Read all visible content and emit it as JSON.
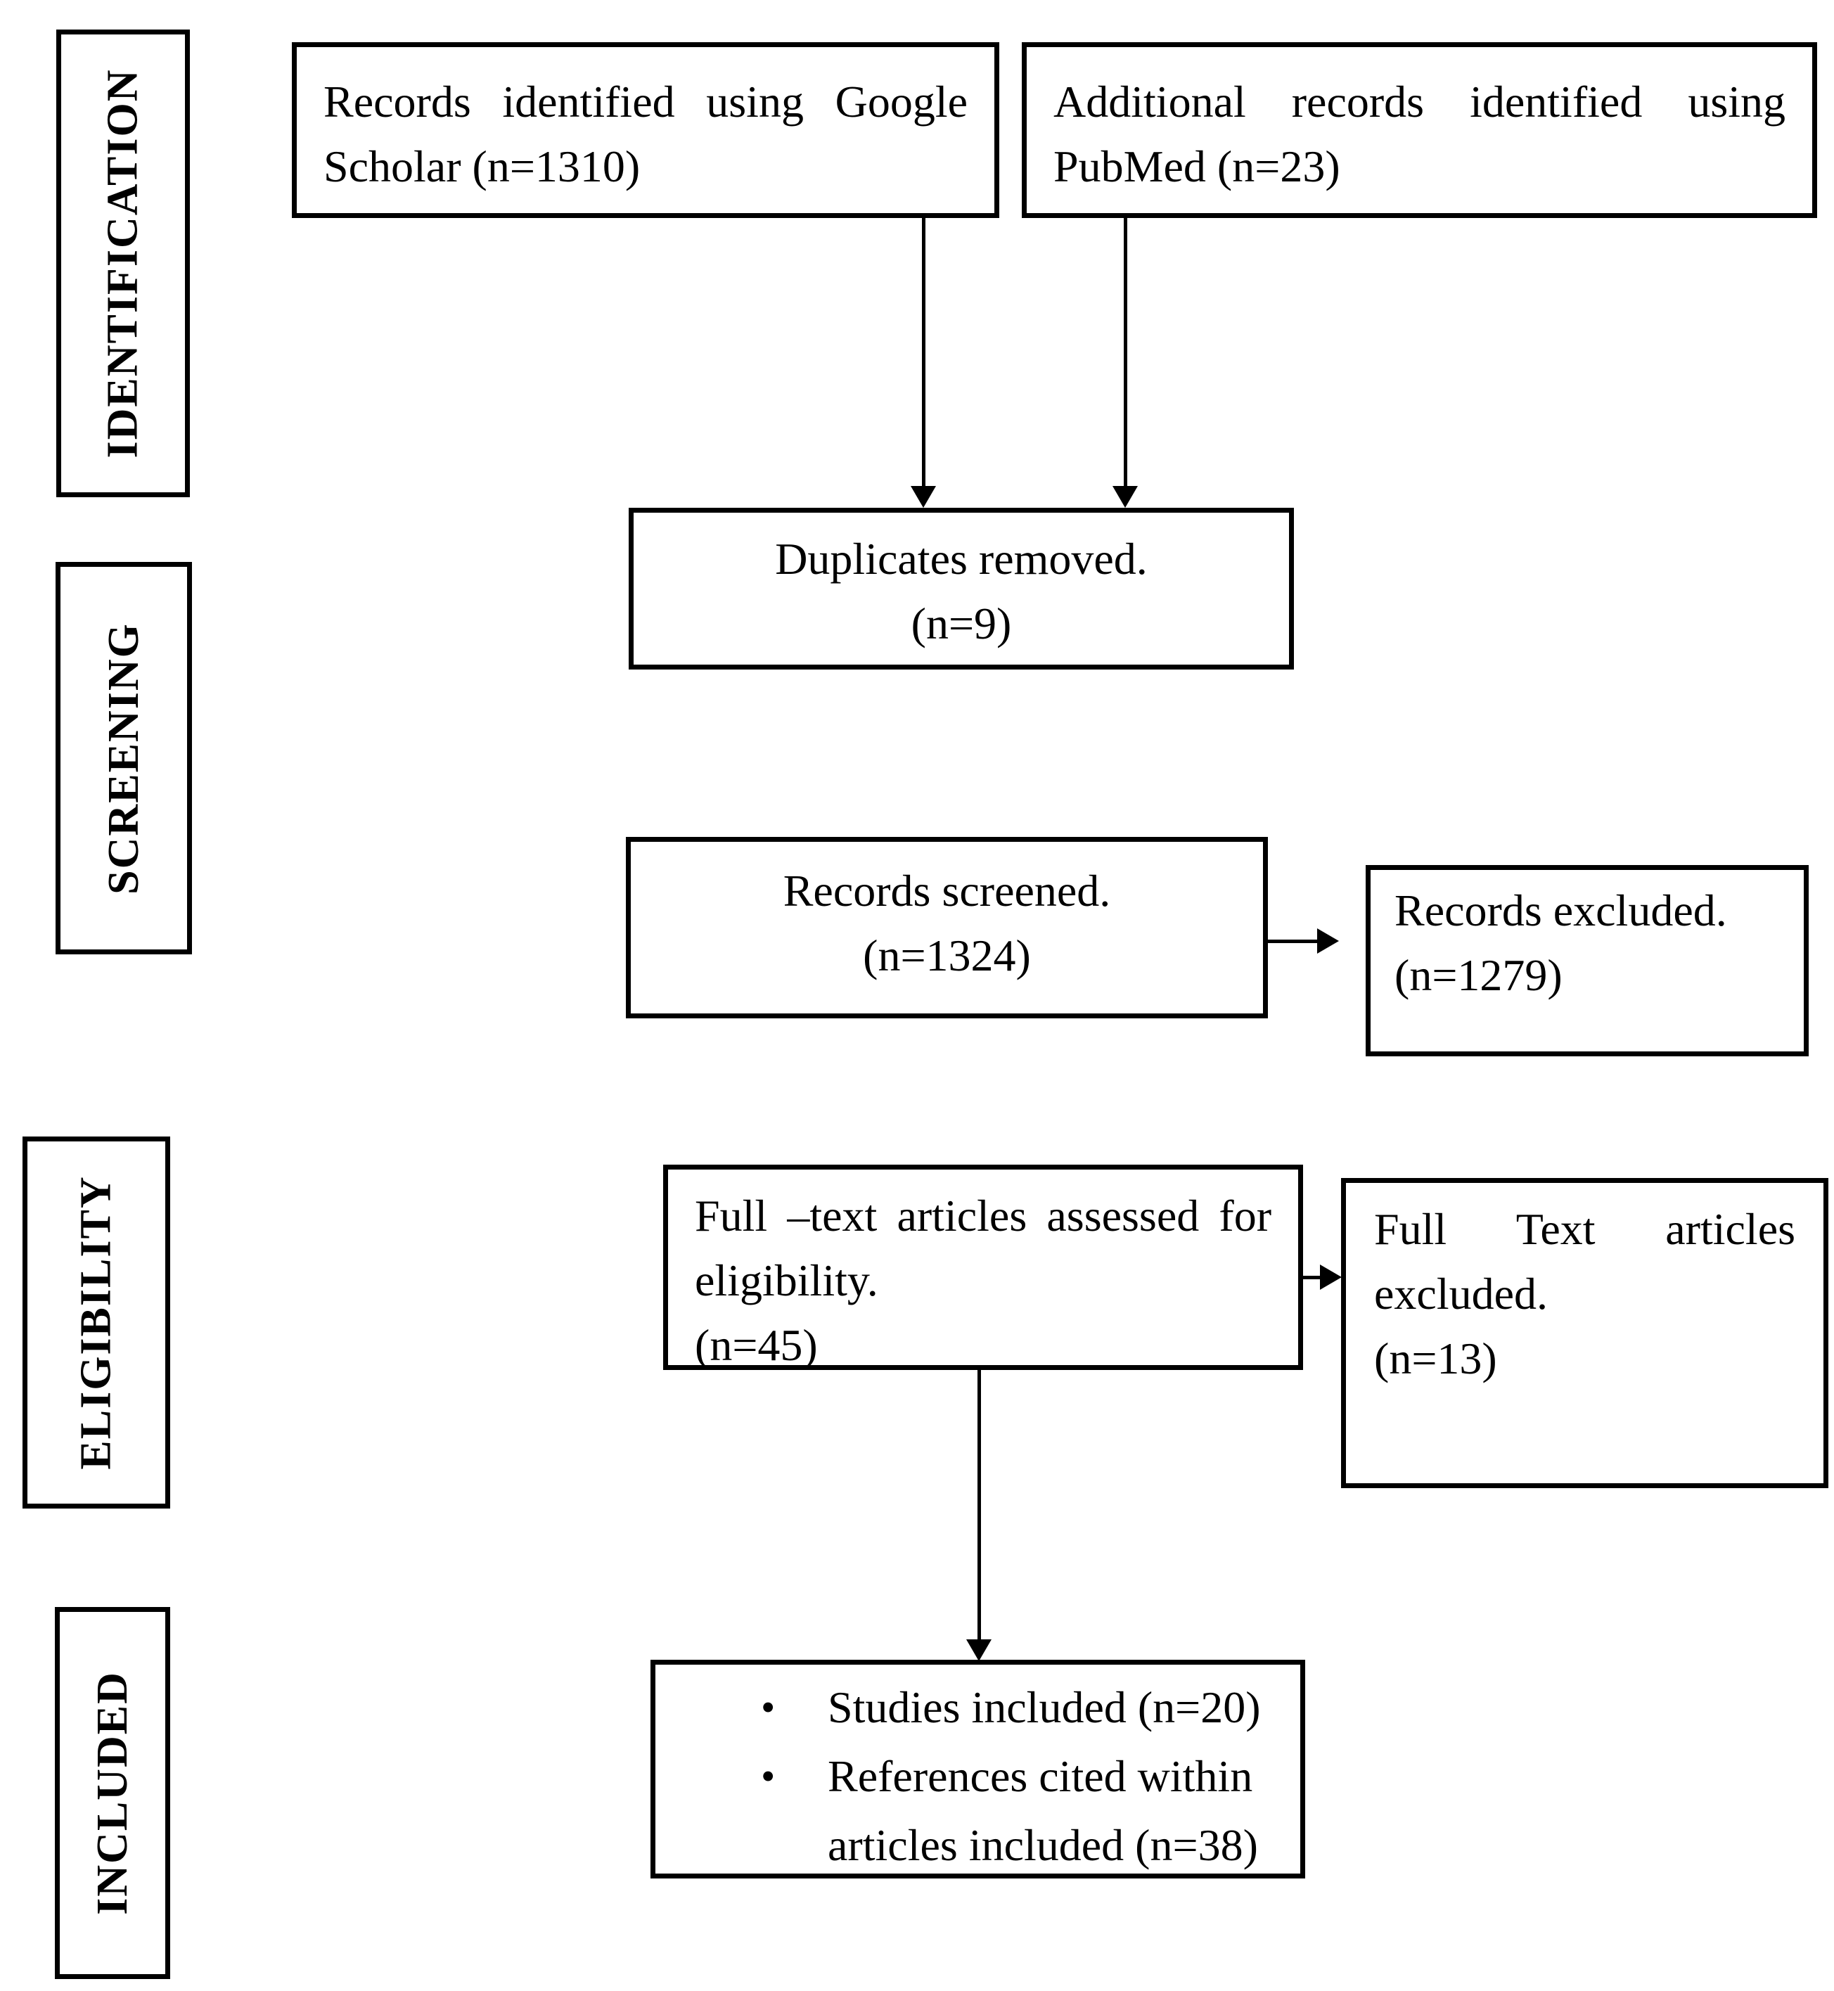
{
  "diagram": {
    "ink_color": "#000000",
    "background_color": "#ffffff"
  },
  "sidebar": {
    "identification": "IDENTIFICATION",
    "screening": "SCREENING",
    "eligibility": "ELIGIBILITY",
    "included": "INCLUDED"
  },
  "boxes": {
    "scholar": {
      "lines": [
        "Records identified using Google",
        "Scholar (n=1310)"
      ]
    },
    "pubmed": {
      "lines": [
        "Additional records identified using",
        "PubMed (n=23)"
      ]
    },
    "duplicates": {
      "lines": [
        "Duplicates removed.",
        "(n=9)"
      ]
    },
    "screened": {
      "lines": [
        "Records screened.",
        "(n=1324)"
      ]
    },
    "excluded": {
      "lines": [
        "Records excluded.",
        "(n=1279)"
      ]
    },
    "fulltext": {
      "lines": [
        "Full –text articles assessed for",
        "eligibility.",
        "(n=45)"
      ]
    },
    "fulltext_excluded": {
      "lines": [
        "Full Text articles",
        "excluded.",
        "(n=13)"
      ]
    },
    "included": {
      "bullet_icon": "•",
      "bullets": [
        "Studies included (n=20)",
        "References cited within articles included (n=38)"
      ]
    }
  }
}
